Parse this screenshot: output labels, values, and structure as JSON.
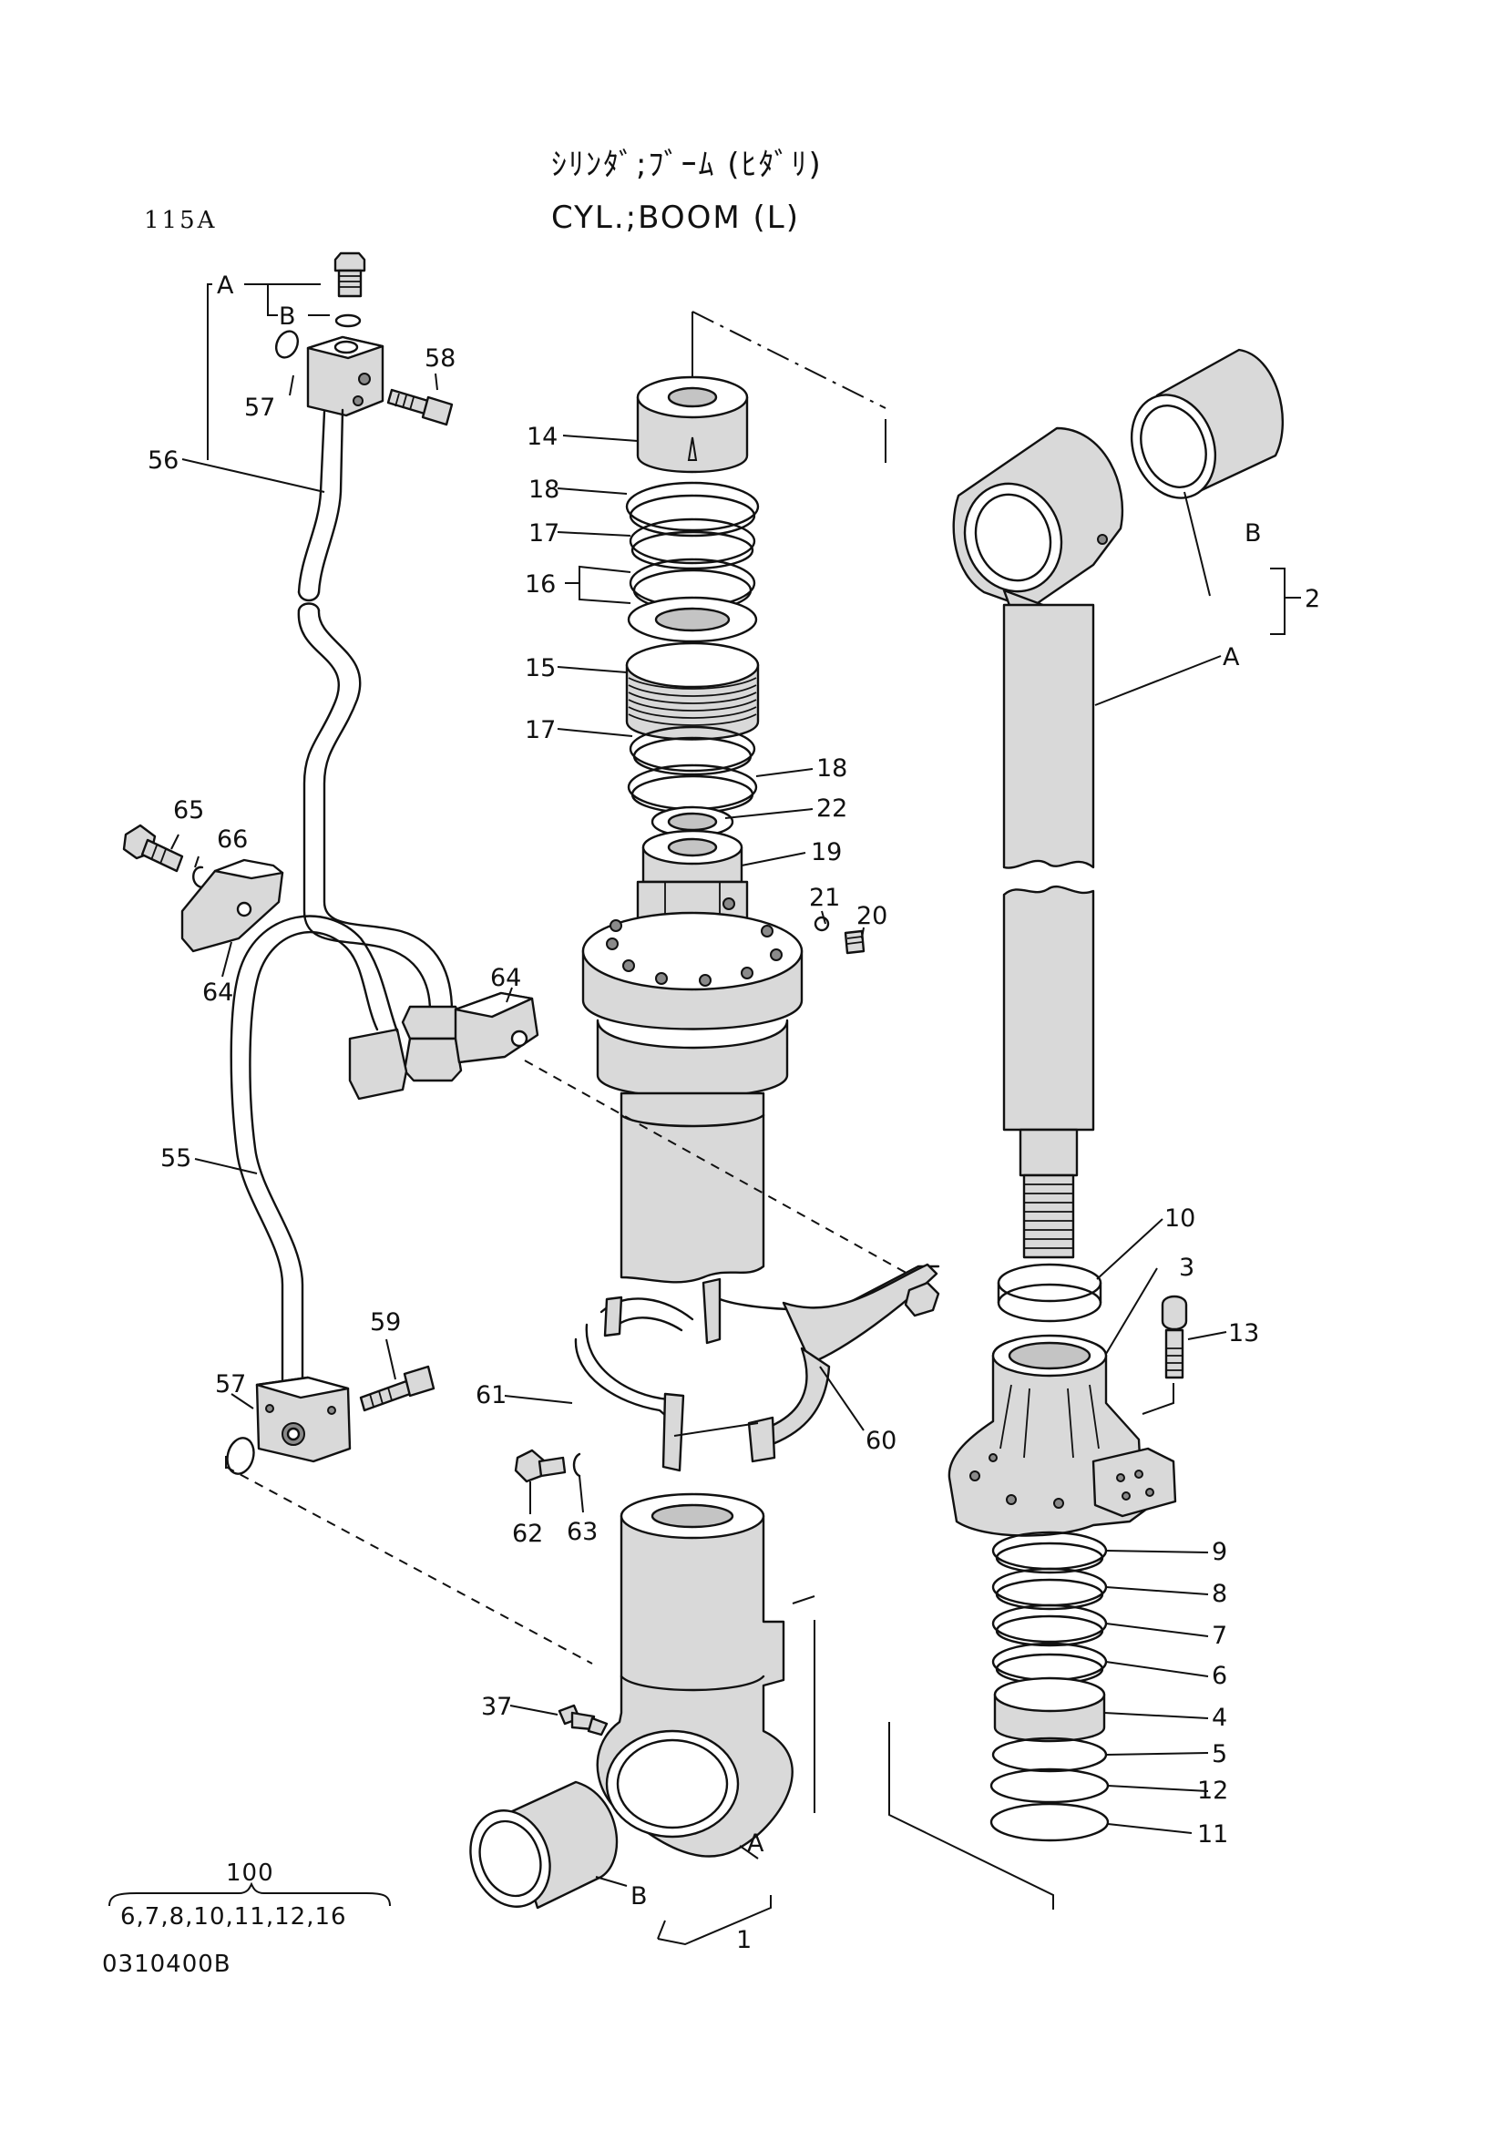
{
  "header": {
    "title_katakana": "ｼﾘﾝﾀﾞ;ﾌﾞｰﾑ (ﾋﾀﾞﾘ)",
    "title": "CYL.;BOOM (L)",
    "page_code": "115A"
  },
  "footer": {
    "assembly_number": "100",
    "assembly_contents": "6,7,8,10,11,12,16",
    "drawing_number": "0310400B"
  },
  "callouts": {
    "c1": "1",
    "c2": "2",
    "c3": "3",
    "c4": "4",
    "c5": "5",
    "c6": "6",
    "c7": "7",
    "c8": "8",
    "c9": "9",
    "c10": "10",
    "c11": "11",
    "c12": "12",
    "c13": "13",
    "c14": "14",
    "c15": "15",
    "c16": "16",
    "c17a": "17",
    "c17b": "17",
    "c18a": "18",
    "c18b": "18",
    "c19": "19",
    "c20": "20",
    "c21": "21",
    "c22": "22",
    "c37": "37",
    "c55": "55",
    "c56": "56",
    "c57a": "57",
    "c57b": "57",
    "c58": "58",
    "c59": "59",
    "c60": "60",
    "c61": "61",
    "c62": "62",
    "c63": "63",
    "c64a": "64",
    "c64b": "64",
    "c65": "65",
    "c66": "66",
    "sub_a_pipe": "A",
    "sub_b_pipe": "B",
    "sub_a_rod": "A",
    "sub_b_rod": "B",
    "sub_a_tube": "A",
    "sub_b_tube": "B"
  }
}
